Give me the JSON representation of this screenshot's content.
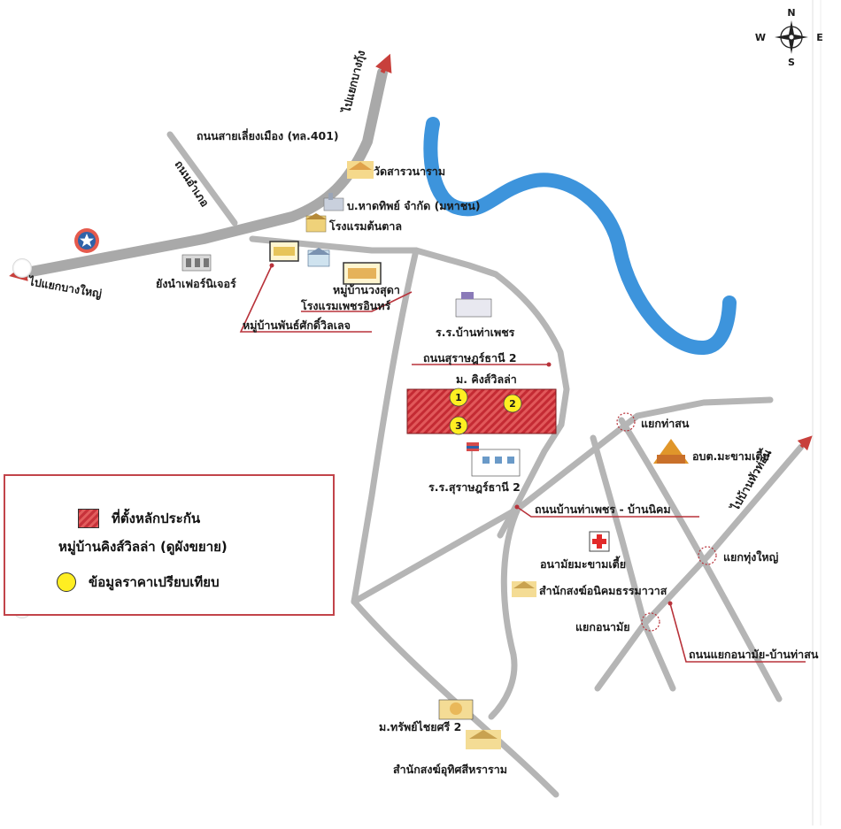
{
  "compass": {
    "n": "N",
    "s": "S",
    "e": "E",
    "w": "W"
  },
  "labels": {
    "to_bang_kung": "ไปแยกบางกุ้ง",
    "to_bang_yai": "ไปแยกบางใหญ่",
    "to_ban_hua_thon": "ไปบ้านหัวท่อน",
    "bypass_road": "ถนนสายเลี่ยงเมือง (ทล.401)",
    "amphoe_road": "ถนนอำเภอ",
    "wat_sarawanaram": "วัดสารวนาราม",
    "hat_thip": "บ.หาดทิพย์ จำกัด (มหาชน)",
    "hotel_ton_tan": "โรงแรมต้นตาล",
    "chong_furniture": "ยังนำเฟอร์นิเจอร์",
    "village_wongsuda": "หมู่บ้านวงสุดา",
    "hotel_phet_in": "โรงแรมเพชรอินทร์",
    "village_phan": "หมู่บ้านพันธ์ศักดิ์วิลเลจ",
    "school_ban_tha_phet": "ร.ร.บ้านท่าเพชร",
    "road_surat_2": "ถนนสุราษฎร์ธานี 2",
    "project_name": "ม. คิงส์วิลล่า",
    "school_surat_2": "ร.ร.สุราษฎร์ธานี 2",
    "junction_tha_san": "แยกท่าสน",
    "obt_makham_tia": "อบต.มะขามเตี้ย",
    "road_tha_phet_nikhom": "ถนนบ้านท่าเพชร - บ้านนิคม",
    "health_center": "อนามัยมะขามเตี้ย",
    "junction_thung_yai": "แยกทุ่งใหญ่",
    "monastery_nikhom": "สำนักสงฆ์อนิคมธรรมาวาส",
    "junction_anamai": "แยกอนามัย",
    "road_anamai_tha_san": "ถนนแยกอนามัย-บ้านท่าสน",
    "village_sapchaisri": "ม.ทรัพย์ไชยศรี 2",
    "monastery_uthit": "สำนักสงฆ์อุทิศสีหราราม"
  },
  "comparables": [
    "1",
    "2",
    "3"
  ],
  "legend": {
    "item_location": "ที่ตั้งหลักประกัน",
    "item_location_sub": "หมู่บ้านคิงส์วิลล่า (ดูผังขยาย)",
    "item_comparable": "ข้อมูลราคาเปรียบเทียบ"
  },
  "colors": {
    "river": "#3d94dc",
    "road": "#b5b5b5",
    "leader": "#b8323a",
    "parcel": "#c7323a",
    "marker": "#ffee22"
  }
}
